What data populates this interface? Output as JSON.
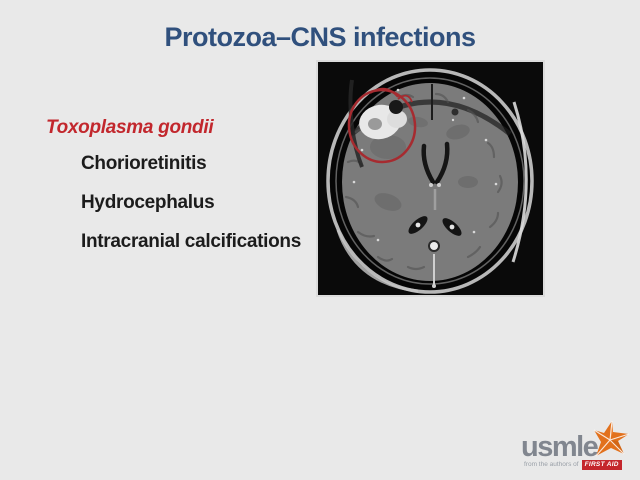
{
  "slide": {
    "title": "Protozoa–CNS infections",
    "title_color": "#30507D",
    "background_color": "#E9E9E9",
    "organism": {
      "name": "Toxoplasma gondii",
      "color": "#C2272D"
    },
    "findings": [
      "Chorioretinitis",
      "Hydrocephalus",
      "Intracranial calcifications"
    ],
    "findings_color": "#1C1C1C"
  },
  "mri": {
    "description": "Axial contrast-enhanced brain MRI",
    "annotation": "Red circle around ring-enhancing right frontal lesion",
    "annotation_color": "#A62B30"
  },
  "logo": {
    "brand": "usmle",
    "brand_color": "#81868F",
    "icon": "orange-starburst",
    "icon_color": "#E2711D",
    "tagline": "from the authors of",
    "badge": "FIRST AID",
    "badge_color": "#C4262C"
  }
}
